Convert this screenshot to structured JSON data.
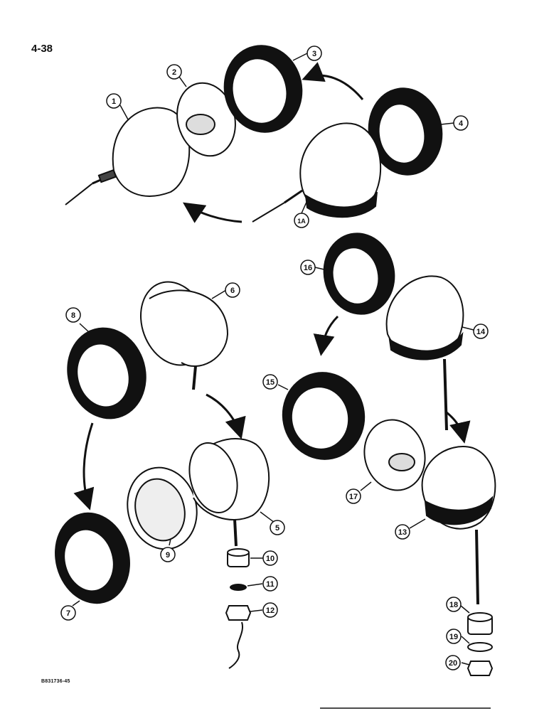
{
  "page": {
    "number": "4-38",
    "ref_code": "B831736-45"
  },
  "callouts": [
    "1",
    "2",
    "3",
    "4",
    "1A",
    "5",
    "6",
    "7",
    "8",
    "9",
    "10",
    "11",
    "12",
    "13",
    "14",
    "15",
    "16",
    "17",
    "18",
    "19",
    "20"
  ]
}
